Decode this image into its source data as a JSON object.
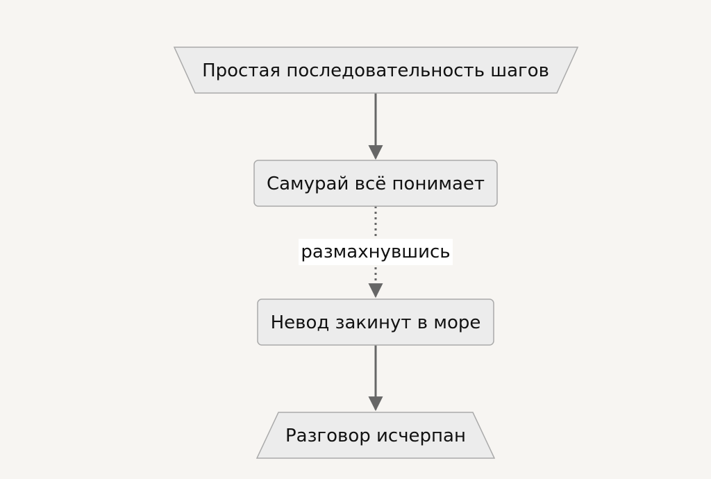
{
  "diagram": {
    "nodes": {
      "start": {
        "label": "Простая последовательность шагов",
        "shape": "trapezoid"
      },
      "samurai": {
        "label": "Самурай всё понимает",
        "shape": "rounded-rect"
      },
      "net": {
        "label": "Невод закинут в море",
        "shape": "rounded-rect"
      },
      "end": {
        "label": "Разговор исчерпан",
        "shape": "inverted-trapezoid"
      }
    },
    "edges": [
      {
        "from": "start",
        "to": "samurai",
        "style": "solid"
      },
      {
        "from": "samurai",
        "to": "net",
        "style": "dotted",
        "label": "размахнувшись"
      },
      {
        "from": "net",
        "to": "end",
        "style": "solid"
      }
    ],
    "colors": {
      "background": "#f7f5f2",
      "node_fill": "#ececec",
      "node_stroke": "#aaaaaa",
      "edge": "#666666",
      "edge_label_bg": "#ffffff"
    }
  }
}
